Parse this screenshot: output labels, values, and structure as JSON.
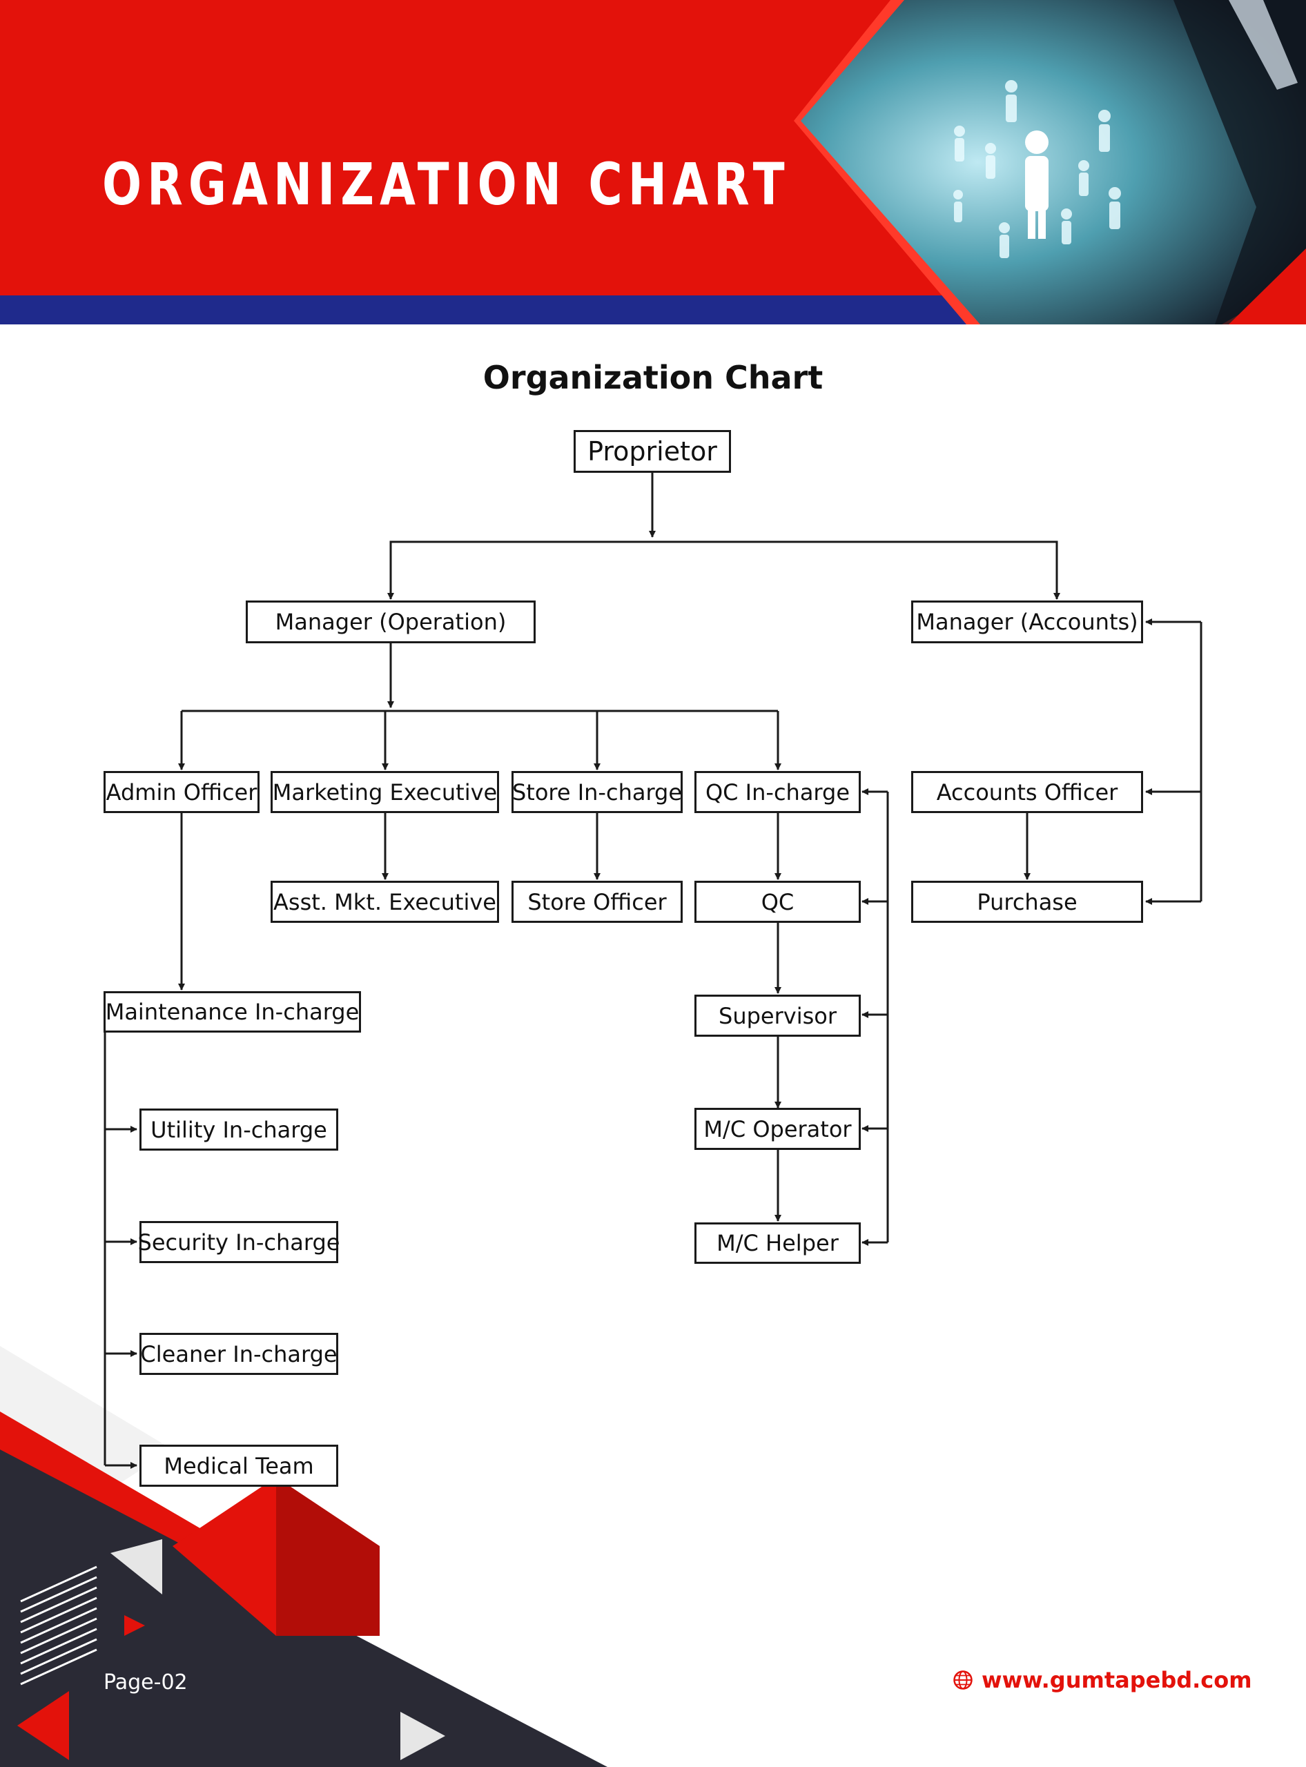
{
  "header": {
    "title": "ORGANIZATION CHART"
  },
  "chart": {
    "title": "Organization Chart",
    "nodes": {
      "proprietor": "Proprietor",
      "manager_operation": "Manager (Operation)",
      "manager_accounts": "Manager (Accounts)",
      "admin_officer": "Admin Officer",
      "marketing_executive": "Marketing Executive",
      "store_incharge": "Store In-charge",
      "qc_incharge": "QC In-charge",
      "accounts_officer": "Accounts Officer",
      "asst_mkt_executive": "Asst. Mkt. Executive",
      "store_officer": "Store Officer",
      "qc": "QC",
      "purchase": "Purchase",
      "maintenance_incharge": "Maintenance In-charge",
      "supervisor": "Supervisor",
      "utility_incharge": "Utility In-charge",
      "mc_operator": "M/C Operator",
      "security_incharge": "Security In-charge",
      "mc_helper": "M/C Helper",
      "cleaner_incharge": "Cleaner In-charge",
      "medical_team": "Medical Team"
    }
  },
  "footer": {
    "page": "Page-02",
    "website": "www.gumtapebd.com"
  },
  "colors": {
    "red": "#e3120b",
    "blue": "#1f2a8c",
    "dark": "#2a2a35"
  }
}
